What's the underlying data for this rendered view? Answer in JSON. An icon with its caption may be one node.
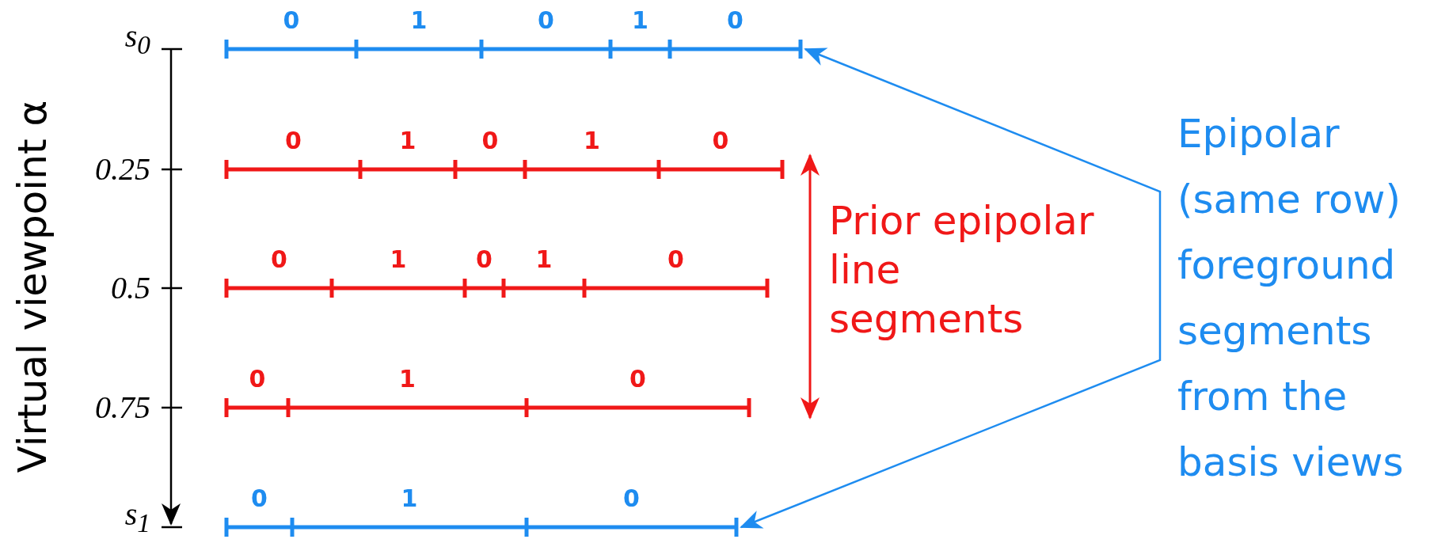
{
  "diagram": {
    "nodes": [
      {
        "text": [],
        "shape": "bar"
      },
      {
        "text": [
          "Epipolar (same row) foreground segments from the basis views"
        ]
      },
      {
        "text": [],
        "shape": "bar"
      }
    ],
    "edges": [
      {
        "from": 1,
        "to": 0,
        "arrow": "to"
      },
      {
        "from": 1,
        "to": 2,
        "arrow": "to"
      }
    ],
    "labels": [
      "Virtual viewpoint α",
      "s$_{0}$",
      "0.25",
      "0.5",
      "0.75",
      "s$_{1}$",
      "0",
      "1",
      "0",
      "1",
      "0",
      "0",
      "1",
      "0",
      "1",
      "0",
      "0",
      "1",
      "0",
      "1",
      "0",
      "0",
      "1",
      "0",
      "0",
      "1",
      "0",
      "Prior epipolar line segments"
    ]
  }
}
